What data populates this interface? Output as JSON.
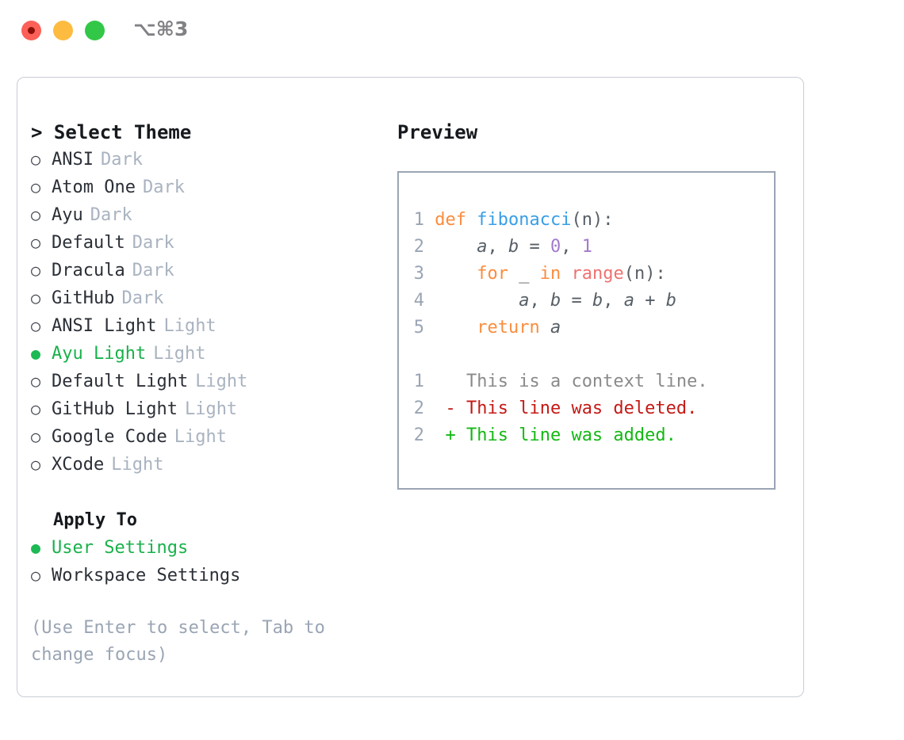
{
  "titlebar": {
    "shortcut": "⌥⌘3",
    "buttons": [
      "close",
      "minimize",
      "maximize"
    ]
  },
  "theme_picker": {
    "header": "> Select Theme",
    "focused": true,
    "selected_marker": "●",
    "unselected_marker": "○",
    "accent_color": "#19b14b",
    "items": [
      {
        "marker": "○",
        "label": "ANSI",
        "badge": "Dark",
        "selected": false
      },
      {
        "marker": "○",
        "label": "Atom One",
        "badge": "Dark",
        "selected": false
      },
      {
        "marker": "○",
        "label": "Ayu",
        "badge": "Dark",
        "selected": false
      },
      {
        "marker": "○",
        "label": "Default",
        "badge": "Dark",
        "selected": false
      },
      {
        "marker": "○",
        "label": "Dracula",
        "badge": "Dark",
        "selected": false
      },
      {
        "marker": "○",
        "label": "GitHub",
        "badge": "Dark",
        "selected": false
      },
      {
        "marker": "○",
        "label": "ANSI Light",
        "badge": "Light",
        "selected": false
      },
      {
        "marker": "●",
        "label": "Ayu Light",
        "badge": "Light",
        "selected": true
      },
      {
        "marker": "○",
        "label": "Default Light",
        "badge": "Light",
        "selected": false
      },
      {
        "marker": "○",
        "label": "GitHub Light",
        "badge": "Light",
        "selected": false
      },
      {
        "marker": "○",
        "label": "Google Code",
        "badge": "Light",
        "selected": false
      },
      {
        "marker": "○",
        "label": "XCode",
        "badge": "Light",
        "selected": false
      }
    ]
  },
  "apply_to": {
    "header": "Apply To",
    "items": [
      {
        "marker": "●",
        "label": "User Settings",
        "selected": true
      },
      {
        "marker": "○",
        "label": "Workspace Settings",
        "selected": false
      }
    ]
  },
  "hint": "(Use Enter to select, Tab to change focus)",
  "preview": {
    "title": "Preview",
    "code_lines": [
      {
        "number": "1",
        "tokens": [
          {
            "text": "def ",
            "kind": "kw"
          },
          {
            "text": "fibonacci",
            "kind": "fn"
          },
          {
            "text": "(n):",
            "kind": "punc"
          }
        ]
      },
      {
        "number": "2",
        "tokens": [
          {
            "text": "    ",
            "kind": "plain"
          },
          {
            "text": "a",
            "kind": "var"
          },
          {
            "text": ", ",
            "kind": "punc"
          },
          {
            "text": "b",
            "kind": "var"
          },
          {
            "text": " = ",
            "kind": "punc"
          },
          {
            "text": "0",
            "kind": "num"
          },
          {
            "text": ", ",
            "kind": "punc"
          },
          {
            "text": "1",
            "kind": "num"
          }
        ]
      },
      {
        "number": "3",
        "tokens": [
          {
            "text": "    ",
            "kind": "plain"
          },
          {
            "text": "for",
            "kind": "kw"
          },
          {
            "text": " _ ",
            "kind": "punc"
          },
          {
            "text": "in",
            "kind": "kw"
          },
          {
            "text": " ",
            "kind": "punc"
          },
          {
            "text": "range",
            "kind": "bi"
          },
          {
            "text": "(n):",
            "kind": "punc"
          }
        ]
      },
      {
        "number": "4",
        "tokens": [
          {
            "text": "        ",
            "kind": "plain"
          },
          {
            "text": "a",
            "kind": "var"
          },
          {
            "text": ", ",
            "kind": "punc"
          },
          {
            "text": "b",
            "kind": "var"
          },
          {
            "text": " = ",
            "kind": "punc"
          },
          {
            "text": "b",
            "kind": "var"
          },
          {
            "text": ", ",
            "kind": "punc"
          },
          {
            "text": "a",
            "kind": "var"
          },
          {
            "text": " + ",
            "kind": "punc"
          },
          {
            "text": "b",
            "kind": "var"
          }
        ]
      },
      {
        "number": "5",
        "tokens": [
          {
            "text": "    ",
            "kind": "plain"
          },
          {
            "text": "return",
            "kind": "kw"
          },
          {
            "text": " ",
            "kind": "punc"
          },
          {
            "text": "a",
            "kind": "var"
          }
        ]
      }
    ],
    "diff_lines": [
      {
        "number": "1",
        "sign": " ",
        "text": " This is a context line.",
        "kind": "ctx"
      },
      {
        "number": "2",
        "sign": "-",
        "text": " This line was deleted.",
        "kind": "del"
      },
      {
        "number": "2",
        "sign": "+",
        "text": " This line was added.",
        "kind": "add"
      }
    ]
  }
}
